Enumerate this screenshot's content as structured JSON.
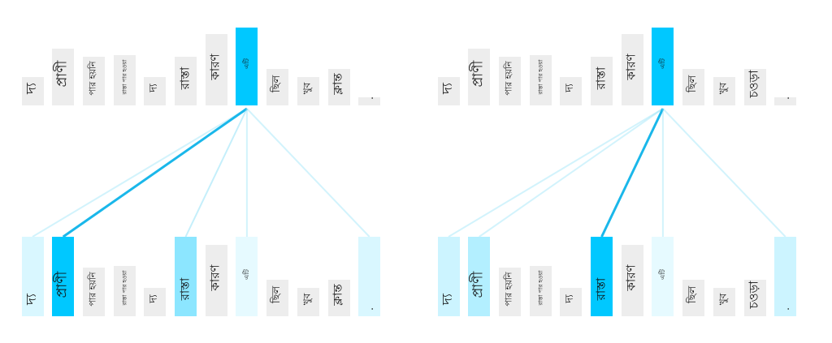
{
  "colors": {
    "strong": "#00c8ff",
    "lines": "#7fdcf7",
    "line_strong": "#1ab7ea"
  },
  "panels": [
    {
      "name": "left",
      "top_tokens": [
        "দ্য",
        "প্রাণী",
        "পার হয়নি",
        "রাস্তা পার হওয়া",
        "দ্য",
        "রাস্তা",
        "কারণ",
        "এটি",
        "ছিল",
        "খুব",
        "ক্লান্ত",
        "."
      ],
      "bottom_tokens": [
        "দ্য",
        "প্রাণী",
        "পার হয়নি",
        "রাস্তা পার হওয়া",
        "দ্য",
        "রাস্তা",
        "কারণ",
        "এটি",
        "ছিল",
        "খুব",
        "ক্লান্ত",
        "."
      ],
      "top_attention": [
        0,
        0,
        0,
        0,
        0,
        0,
        0,
        1,
        0,
        0,
        0,
        0
      ],
      "bottom_attention": [
        0.15,
        1,
        0,
        0,
        0,
        0.45,
        0,
        0.1,
        0,
        0,
        0,
        0.15
      ]
    },
    {
      "name": "right",
      "top_tokens": [
        "দ্য",
        "প্রাণী",
        "পার হয়নি",
        "রাস্তা পার হওয়া",
        "দ্য",
        "রাস্তা",
        "কারণ",
        "এটি",
        "ছিল",
        "খুব",
        "চওড়া",
        "."
      ],
      "bottom_tokens": [
        "দ্য",
        "প্রাণী",
        "পার হয়নি",
        "রাস্তা পার হওয়া",
        "দ্য",
        "রাস্তা",
        "কারণ",
        "এটি",
        "ছিল",
        "খুব",
        "চওড়া",
        "."
      ],
      "top_attention": [
        0,
        0,
        0,
        0,
        0,
        0,
        0,
        1,
        0,
        0,
        0,
        0
      ],
      "bottom_attention": [
        0.2,
        0.3,
        0,
        0,
        0,
        1,
        0,
        0.1,
        0,
        0,
        0,
        0.2
      ]
    }
  ]
}
